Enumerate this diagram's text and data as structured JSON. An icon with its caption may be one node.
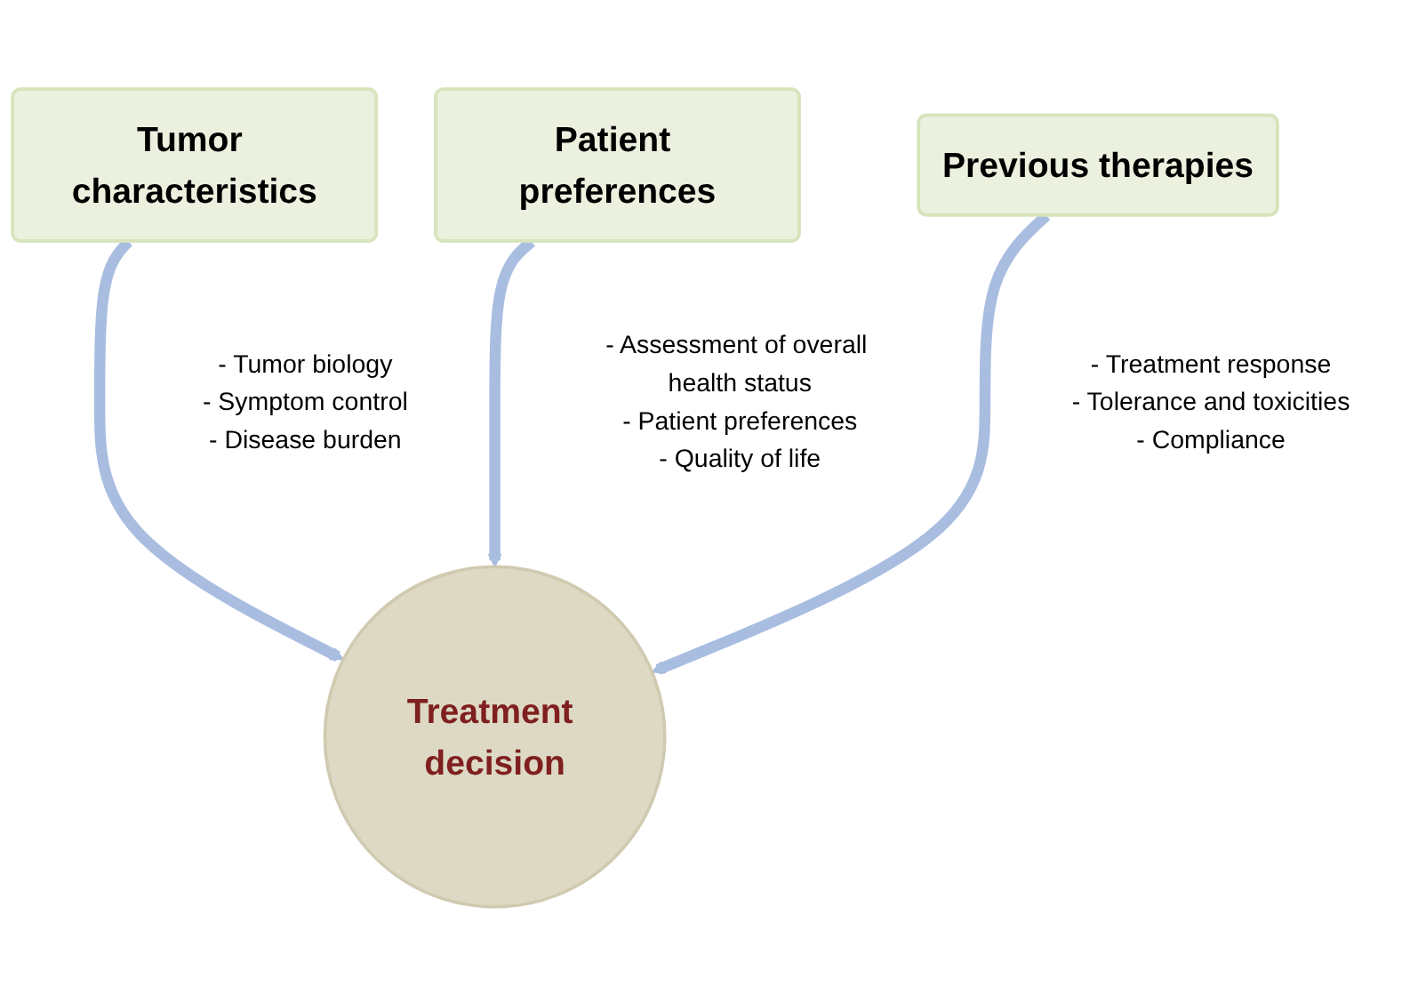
{
  "diagram": {
    "nodes": [
      {
        "text": [
          "Patient preferences"
        ],
        "beside": [
          "- Assessment of overall health status",
          "- Patient preferences",
          "- Quality of life"
        ]
      },
      {
        "text": [
          "Tumor characteristics"
        ],
        "beside": [
          "- Tumor biology",
          "- Symptom control",
          "- Disease burden"
        ]
      },
      {
        "text": [
          "Previous therapies"
        ],
        "beside": [
          "- Treatment response",
          "- Tolerance and toxicities",
          "- Compliance"
        ]
      },
      {
        "text": [
          "Treatment decision"
        ]
      }
    ],
    "edges": [
      {
        "from": 0,
        "to": 3,
        "arrow": "to"
      },
      {
        "from": 1,
        "to": 3,
        "arrow": "to"
      },
      {
        "from": 2,
        "to": 3,
        "arrow": "to"
      }
    ]
  }
}
